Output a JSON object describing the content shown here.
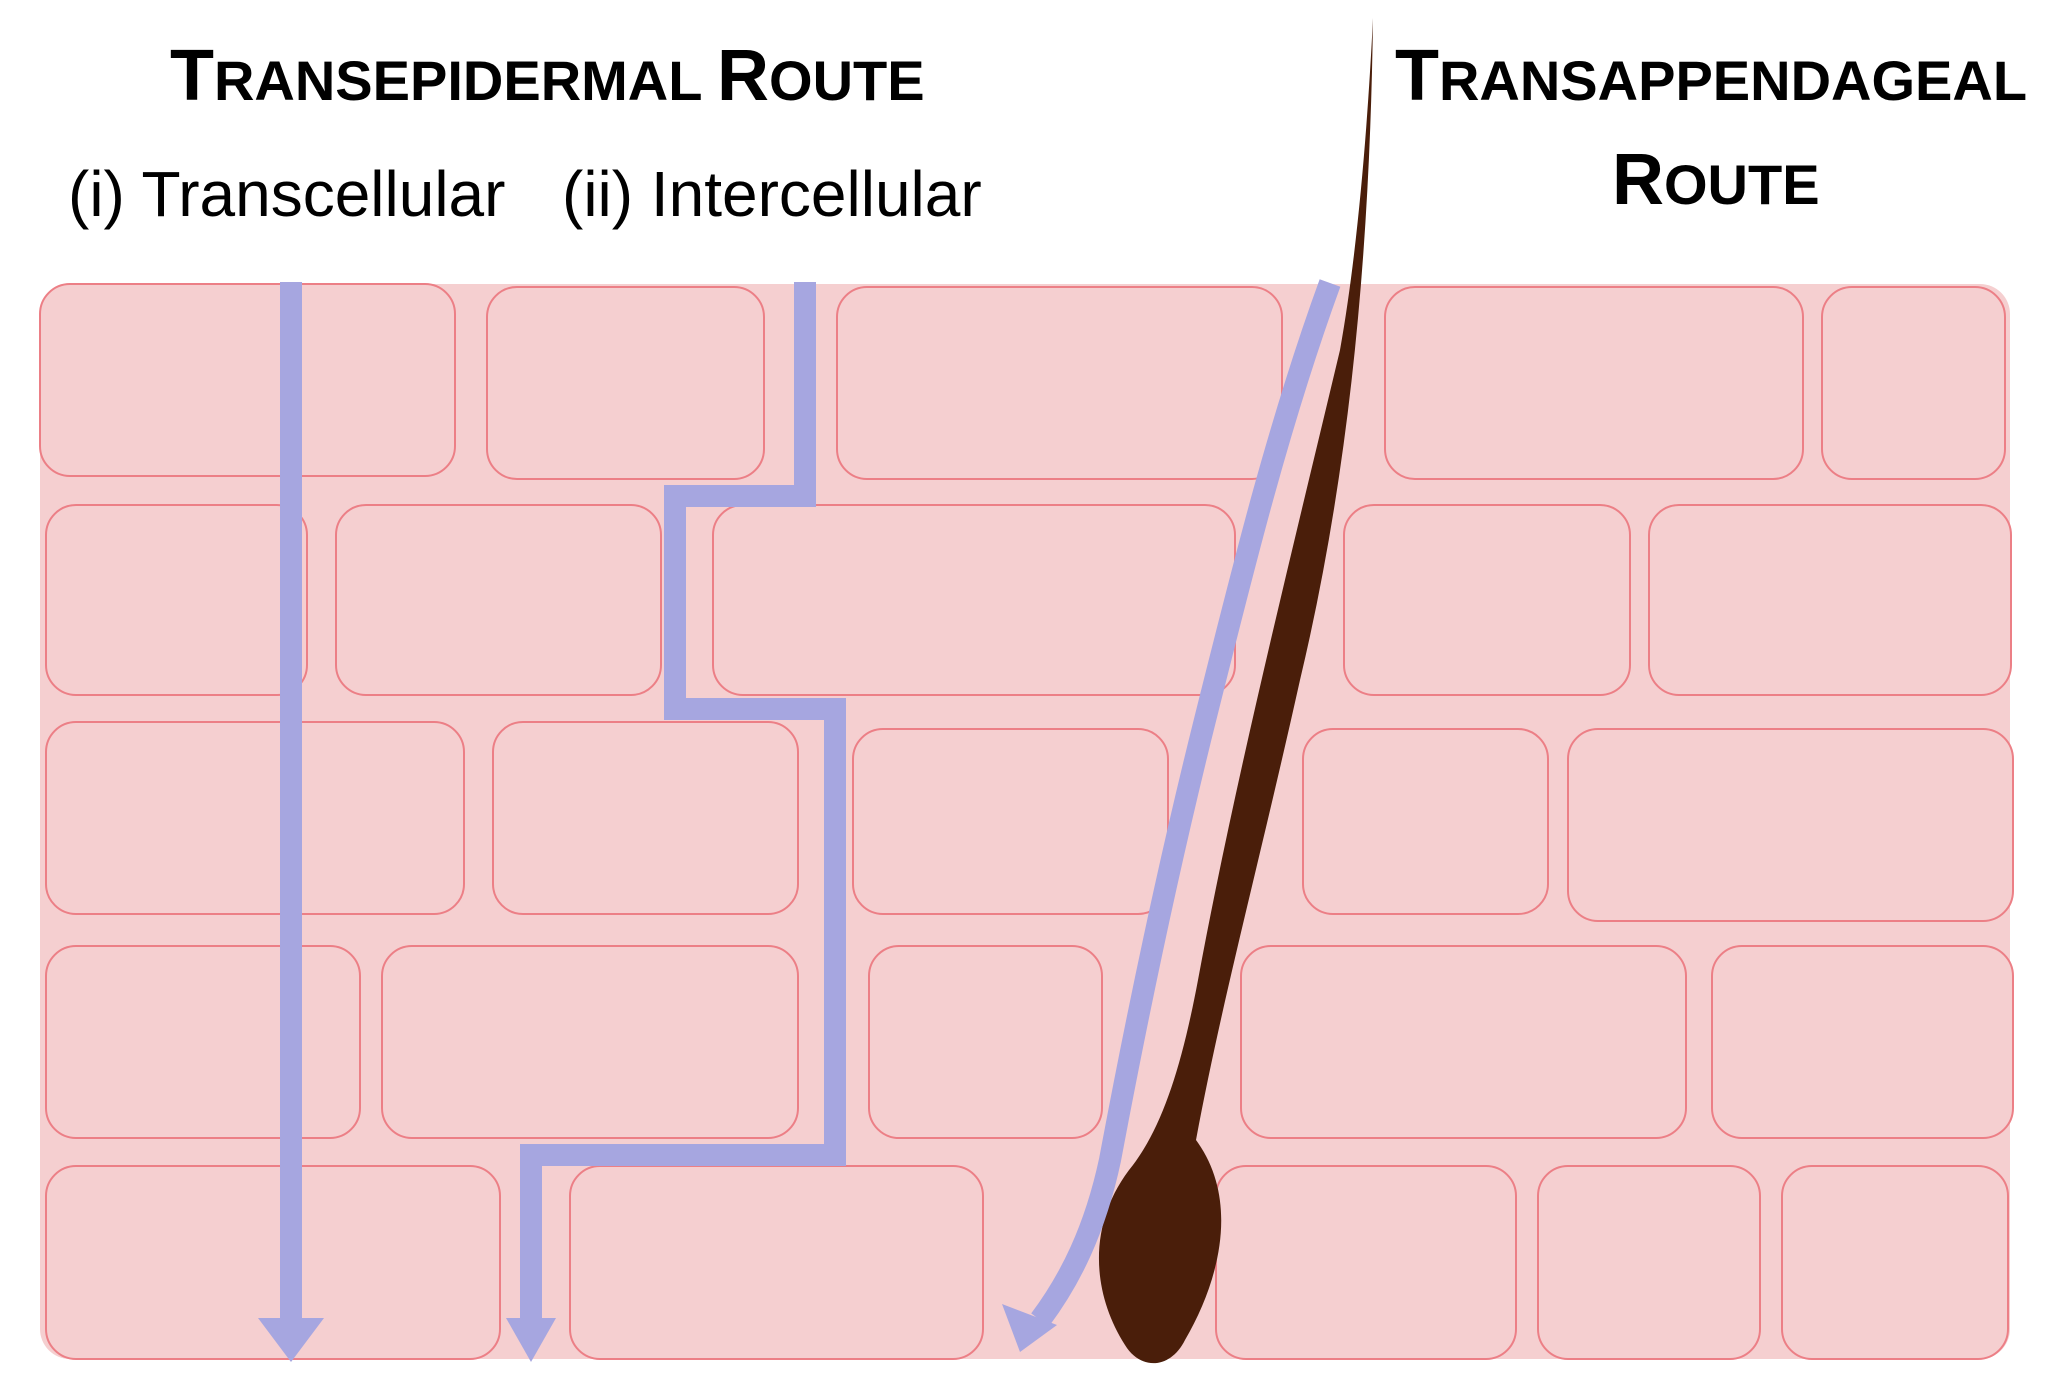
{
  "transepidermal": {
    "heading_first": "T",
    "heading_first_rest": "RANSEPIDERMAL",
    "heading_second": "R",
    "heading_second_rest": "OUTE",
    "transcellular_label": "(i) Transcellular",
    "intercellular_label": "(ii) Intercellular"
  },
  "transappendageal": {
    "line1_first": "T",
    "line1_rest": "RANSAPPENDAGEAL",
    "line2_first": "R",
    "line2_rest": "OUTE"
  },
  "colors": {
    "cell_fill": "#f5cfd0",
    "cell_border": "#ec7f86",
    "route_arrow": "#a6a6e0",
    "hair": "#4a1e0a"
  }
}
